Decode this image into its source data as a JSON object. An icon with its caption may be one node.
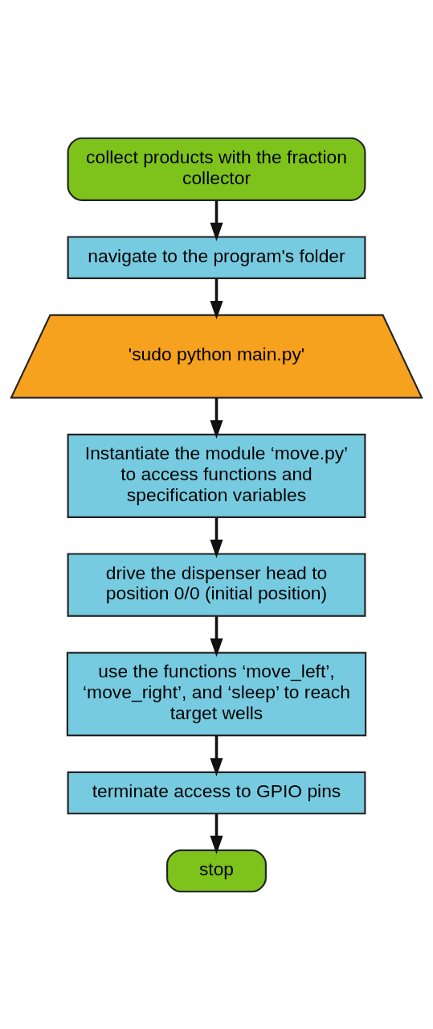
{
  "diagram": {
    "nodes": [
      {
        "text": [
          "collect products with the fraction collector"
        ]
      },
      {
        "text": [
          "navigate to the program's folder"
        ]
      },
      {
        "text": [
          "'sudo python main.py'"
        ]
      },
      {
        "text": [
          "Instantiate the module ‘move.py’ to access functions and specification variables"
        ]
      },
      {
        "text": [
          "drive the dispenser head to position 0/0 (initial position)"
        ]
      },
      {
        "text": [
          "use the functions ‘move_left’, ‘move_right’, and ‘sleep’ to reach target wells"
        ]
      },
      {
        "text": [
          "terminate access to GPIO pins"
        ]
      },
      {
        "text": [
          "stop"
        ]
      }
    ],
    "edges": [
      {
        "from": 0,
        "to": 1,
        "arrow": "to"
      },
      {
        "from": 1,
        "to": 2,
        "arrow": "to"
      },
      {
        "from": 2,
        "to": 3,
        "arrow": "to"
      },
      {
        "from": 3,
        "to": 4,
        "arrow": "to"
      },
      {
        "from": 4,
        "to": 5,
        "arrow": "to"
      },
      {
        "from": 5,
        "to": 6,
        "arrow": "to"
      },
      {
        "from": 6,
        "to": 7,
        "arrow": "to"
      }
    ]
  }
}
